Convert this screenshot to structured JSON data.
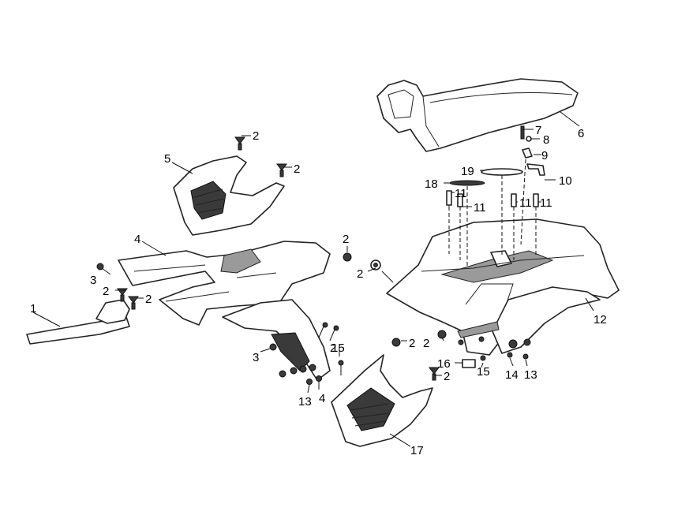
{
  "diagram": {
    "callouts": {
      "c1": "1",
      "c2a": "2",
      "c2b": "2",
      "c2c": "2",
      "c2d": "2",
      "c2e": "2",
      "c2f": "2",
      "c2g": "2",
      "c2h": "2",
      "c2i": "2",
      "c2j": "2",
      "c3a": "3",
      "c3b": "3",
      "c4": "4",
      "c5": "5",
      "c6": "6",
      "c7": "7",
      "c8": "8",
      "c9": "9",
      "c10": "10",
      "c11a": "11",
      "c11b": "11",
      "c11c": "11",
      "c11d": "11",
      "c12": "12",
      "c13a": "13",
      "c13b": "13",
      "c14a": "4",
      "c14b": "14",
      "c15a": "15",
      "c15b": "15",
      "c16": "16",
      "c17": "17",
      "c18": "18",
      "c19": "19"
    }
  }
}
